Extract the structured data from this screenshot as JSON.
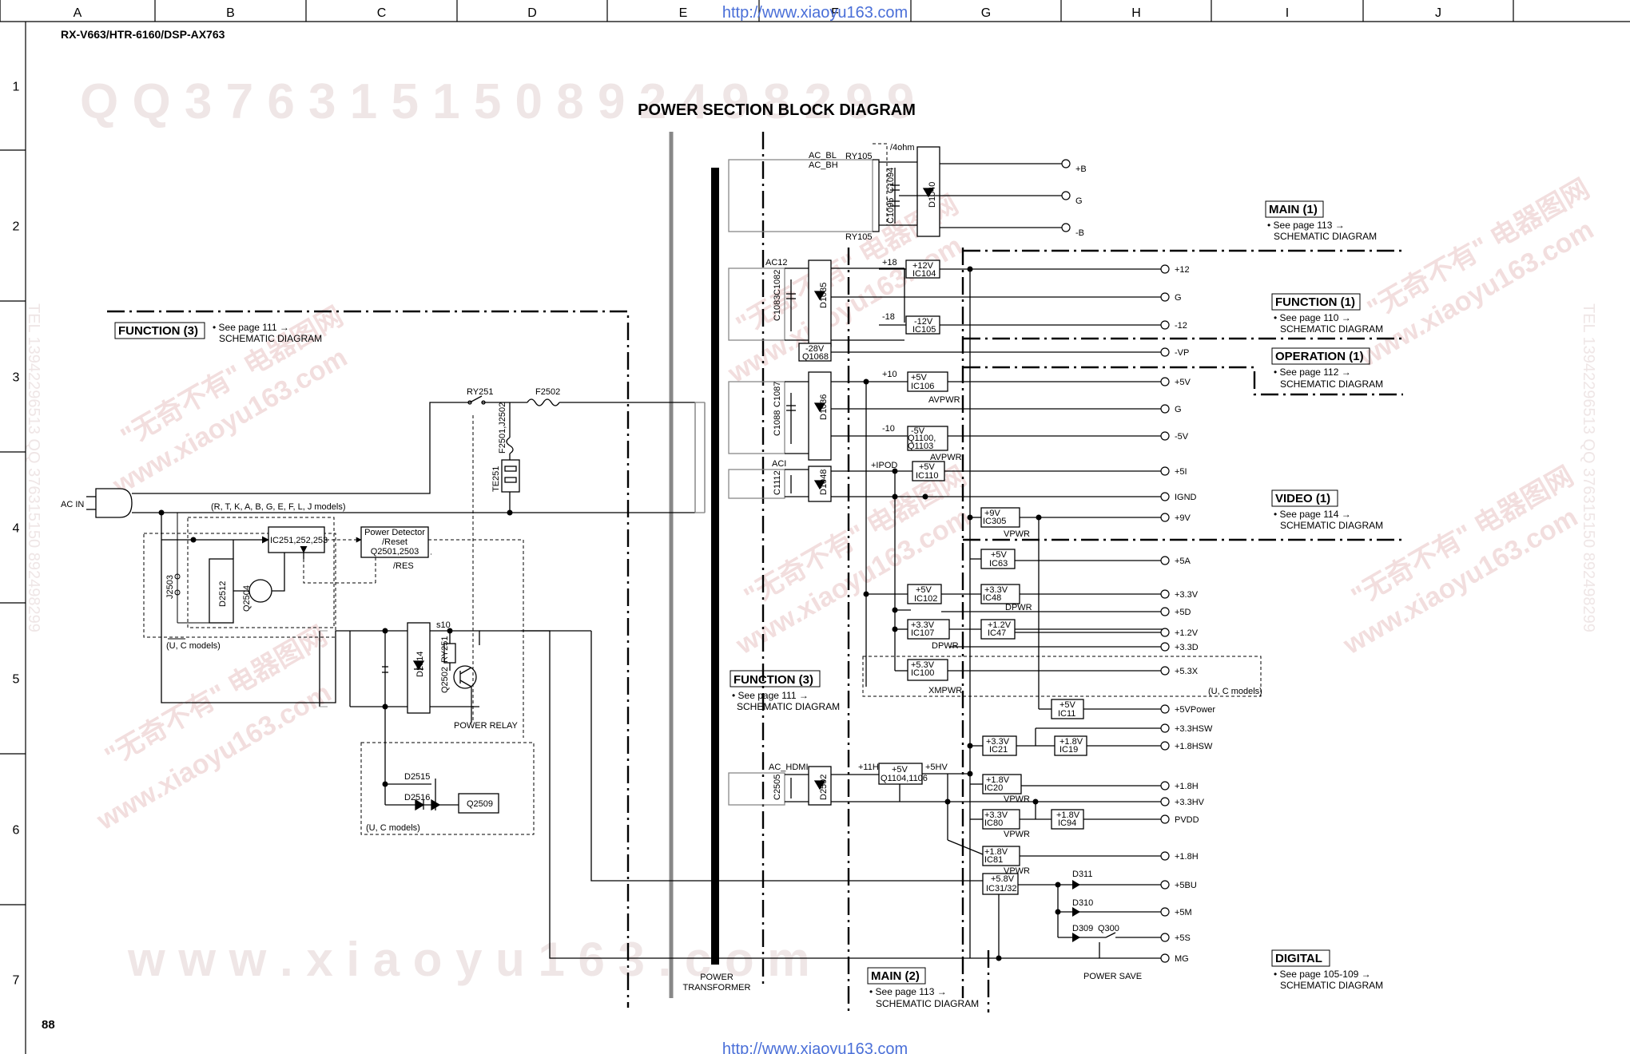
{
  "header": {
    "model": "RX-V663/HTR-6160/DSP-AX763",
    "url_top": "http://www.xiaoyu163.com",
    "url_bottom": "http://www.xiaoyu163.com",
    "page_number": "88",
    "title": "POWER SECTION BLOCK DIAGRAM"
  },
  "grid": {
    "cols": [
      "A",
      "B",
      "C",
      "D",
      "E",
      "F",
      "G",
      "H",
      "I",
      "J"
    ],
    "rows": [
      "1",
      "2",
      "3",
      "4",
      "5",
      "6",
      "7"
    ]
  },
  "watermarks": {
    "top_code": "Q Q 3 7 6 3 1 5 1 5 0   8 9 2 4 9 8 2 9 9",
    "bottom_www": "w w w . x i a o y u 1 6 3 . c o m",
    "side_left": "TEL 13942296513  QQ 376315150  892498299",
    "side_right": "TEL 13942296513  QQ 376315150  892498299",
    "diag_1": "\"无奇不有\" 电器图网",
    "diag_2": "www.xiaoyu163.com"
  },
  "references": {
    "main1": {
      "title": "MAIN (1)",
      "note": "• See page 113 →",
      "sub": "SCHEMATIC DIAGRAM"
    },
    "function1": {
      "title": "FUNCTION (1)",
      "note": "• See page 110 →",
      "sub": "SCHEMATIC DIAGRAM"
    },
    "operation1": {
      "title": "OPERATION (1)",
      "note": "• See page 112 →",
      "sub": "SCHEMATIC DIAGRAM"
    },
    "video1": {
      "title": "VIDEO (1)",
      "note": "• See page 114 →",
      "sub": "SCHEMATIC DIAGRAM"
    },
    "function3_left": {
      "title": "FUNCTION (3)",
      "note": "• See page 111 →",
      "sub": "SCHEMATIC DIAGRAM"
    },
    "function3_mid": {
      "title": "FUNCTION (3)",
      "note": "• See page 111 →",
      "sub": "SCHEMATIC DIAGRAM"
    },
    "main2": {
      "title": "MAIN (2)",
      "note": "• See page 113 →",
      "sub": "SCHEMATIC DIAGRAM"
    },
    "digital": {
      "title": "DIGITAL",
      "note": "• See page 105-109 →",
      "sub": "SCHEMATIC DIAGRAM"
    }
  },
  "components": {
    "ac_in": "AC IN",
    "models_rtk": "(R, T, K, A, B, G, E, F, L, J models)",
    "models_uc_1": "(U, C models)",
    "models_uc_2": "(U, C models)",
    "models_uc_3": "(U, C models)",
    "ry251": "RY251",
    "f2502": "F2502",
    "f2501": "F2501,J2502",
    "te251": "TE251",
    "ic251": "IC251,252,253",
    "power_det_1": "Power Detector",
    "power_det_2": "/Reset",
    "power_det_3": "Q2501,2503",
    "res": "/RES",
    "j2503": "J2503",
    "d2512": "D2512",
    "q2504": "Q2504",
    "d2514": "D2514",
    "ry251b": "RY251",
    "q2502": "Q2502",
    "s10": "s10",
    "power_relay": "POWER RELAY",
    "d2515": "D2515",
    "d2516": "D2516",
    "q2509": "Q2509",
    "power_transformer_1": "POWER",
    "power_transformer_2": "TRANSFORMER",
    "ac_bl": "AC_BL",
    "ac_bh": "AC_BH",
    "ry105a": "RY105",
    "ry105b": "RY105",
    "ohm4": "/4ohm",
    "c1094": "C1094",
    "c1095": "C1095",
    "d1040": "D1040",
    "ac12": "AC12",
    "c1082": "C1082",
    "c1083": "C1083",
    "d1035": "D1035",
    "p18": "+18",
    "m18": "-18",
    "v12p": "+12V",
    "ic104": "IC104",
    "v12m": "-12V",
    "ic105": "IC105",
    "v28": "-28V",
    "q1068": "Q1068",
    "c1087": "C1087",
    "c1088": "C1088",
    "d1036": "D1036",
    "p10": "+10",
    "m10": "-10",
    "v5_106": "+5V",
    "ic106": "IC106",
    "avpwr1": "AVPWR",
    "v5m": "-5V",
    "q1100": "Q1100,",
    "q1103": "Q1103",
    "avpwr2": "AVPWR",
    "aci": "ACI",
    "c1112": "C1112",
    "d1048": "D1048",
    "ipod": "+IPOD",
    "v5_110": "+5V",
    "ic110": "IC110",
    "v9": "+9V",
    "ic305": "IC305",
    "vpwr1": "VPWR",
    "v5_63": "+5V",
    "ic63": "IC63",
    "v5_102": "+5V",
    "ic102": "IC102",
    "v33_48": "+3.3V",
    "ic48": "IC48",
    "dpwr1": "DPWR",
    "v33_107": "+3.3V",
    "ic107": "IC107",
    "dpwr2": "DPWR",
    "v12_47": "+1.2V",
    "ic47": "IC47",
    "v53_100": "+5.3V",
    "ic100": "IC100",
    "xmpwr": "XMPWR",
    "v5_11": "+5V",
    "ic11": "IC11",
    "ac_hdmi": "AC_HDMI",
    "c2505": "C2505",
    "d2502": "D2502",
    "p11h": "+11H",
    "v5_q1104": "+5V",
    "q1104": "Q1104,1106",
    "p5hv": "+5HV",
    "v33_21": "+3.3V",
    "ic21": "IC21",
    "v18_19": "+1.8V",
    "ic19": "IC19",
    "v18_20": "+1.8V",
    "ic20": "IC20",
    "vpwr2": "VPWR",
    "v33_80": "+3.3V",
    "ic80": "IC80",
    "v18_94": "+1.8V",
    "ic94": "IC94",
    "vpwr3": "VPWR",
    "v18_81": "+1.8V",
    "ic81": "IC81",
    "vpwr4": "VPWR",
    "v58": "+5.8V",
    "ic3132": "IC31/32",
    "d311": "D311",
    "d310": "D310",
    "d309": "D309",
    "q300": "Q300",
    "power_save": "POWER SAVE"
  },
  "outputs": [
    "+B",
    "G",
    "-B",
    "+12",
    "G",
    "-12",
    "-VP",
    "+5V",
    "G",
    "-5V",
    "+5I",
    "IGND",
    "+9V",
    "+5A",
    "+3.3V",
    "+5D",
    "+1.2V",
    "+3.3D",
    "+5.3X",
    "+5VPower",
    "+3.3HSW",
    "+1.8HSW",
    "+1.8H",
    "+3.3HV",
    "PVDD",
    "+1.8H",
    "+5BU",
    "+5M",
    "+5S",
    "MG"
  ]
}
